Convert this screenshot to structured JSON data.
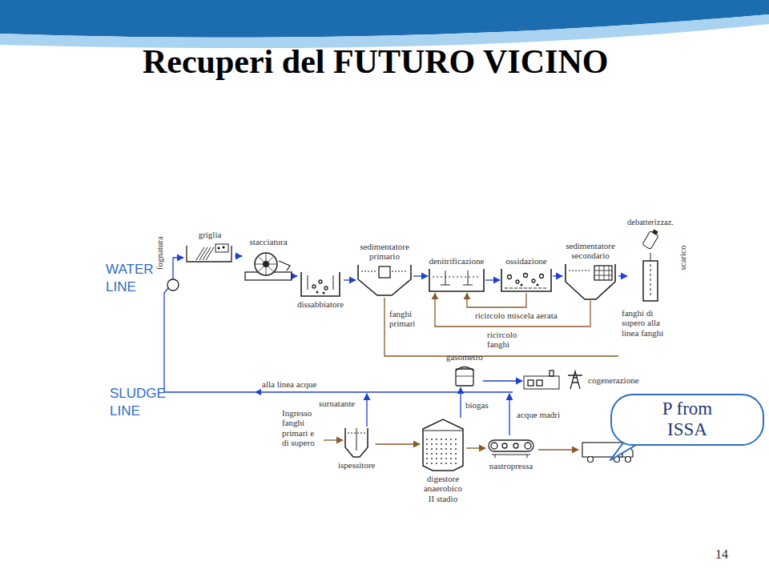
{
  "diagram": {
    "title": "Recuperi del FUTURO VICINO",
    "nodes": [
      {
        "text": [
          "griglia"
        ]
      },
      {
        "text": [
          "stacciatura"
        ]
      },
      {
        "text": [
          "dissabbiatore"
        ]
      },
      {
        "text": [
          "sedimentatore primario"
        ]
      },
      {
        "text": [
          "denitrificazione"
        ]
      },
      {
        "text": [
          "ossidazione"
        ]
      },
      {
        "text": [
          "sedimentatore secondario"
        ]
      },
      {
        "text": [
          "debatterizzaz."
        ]
      },
      {
        "text": [
          "ispessitore"
        ]
      },
      {
        "text": [
          "digestore anaerobico II stadio"
        ]
      },
      {
        "text": [
          "gasometro"
        ]
      },
      {
        "text": [
          "cogenerazione"
        ]
      },
      {
        "text": [
          "nastropressa"
        ]
      },
      {
        "text": [
          "P from ISSA"
        ]
      }
    ],
    "edges": [
      {
        "from": 0,
        "to": 1,
        "arrow": "to"
      },
      {
        "from": 1,
        "to": 2,
        "arrow": "to"
      },
      {
        "from": 2,
        "to": 3,
        "arrow": "to"
      },
      {
        "from": 3,
        "to": 4,
        "arrow": "to"
      },
      {
        "from": 4,
        "to": 5,
        "arrow": "to"
      },
      {
        "from": 5,
        "to": 6,
        "arrow": "to"
      },
      {
        "from": 6,
        "to": 7,
        "arrow": "to"
      },
      {
        "from": 5,
        "to": 4,
        "label": "ricircolo miscela aerata",
        "arrow": "to"
      },
      {
        "from": 6,
        "to": 4,
        "label": "ricircolo fanghi",
        "arrow": "to"
      },
      {
        "from": 8,
        "to": 9,
        "arrow": "to"
      },
      {
        "from": 9,
        "to": 12,
        "arrow": "to"
      },
      {
        "from": 9,
        "to": 10,
        "label": "biogas",
        "arrow": "to"
      },
      {
        "from": 10,
        "to": 11,
        "arrow": "to"
      }
    ],
    "labels": [
      "fognatura",
      "WATER LINE",
      "SLUDGE LINE",
      "fanghi primari",
      "fanghi di supero alla linea fanghi",
      "scarico",
      "alla linea acque",
      "surnatante",
      "Ingresso fanghi primari e di supero",
      "acque madri",
      "14"
    ]
  }
}
